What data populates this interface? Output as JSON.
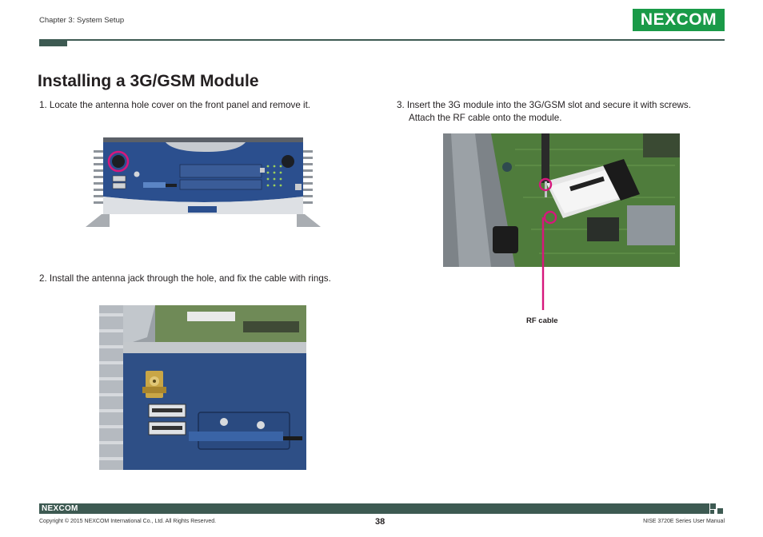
{
  "header": {
    "chapter": "Chapter 3: System Setup",
    "logo": "NEXCOM"
  },
  "title": "Installing a 3G/GSM Module",
  "steps": {
    "step1": "1.  Locate the antenna hole cover on the front panel and remove it.",
    "step2": "2. Install the antenna jack through the hole, and fix the cable with rings.",
    "step3_line1": "3. Insert the 3G module into the 3G/GSM slot and secure it with screws.",
    "step3_line2": "Attach the RF cable onto the module."
  },
  "callout": {
    "label": "RF cable"
  },
  "footer": {
    "logo": "NEXCOM",
    "copyright": "Copyright © 2015 NEXCOM International Co., Ltd. All Rights Reserved.",
    "page_number": "38",
    "manual": "NISE 3720E Series User Manual"
  },
  "colors": {
    "brand_green": "#1a9a48",
    "rule_dark": "#3d5a52",
    "highlight": "#d6177c"
  }
}
